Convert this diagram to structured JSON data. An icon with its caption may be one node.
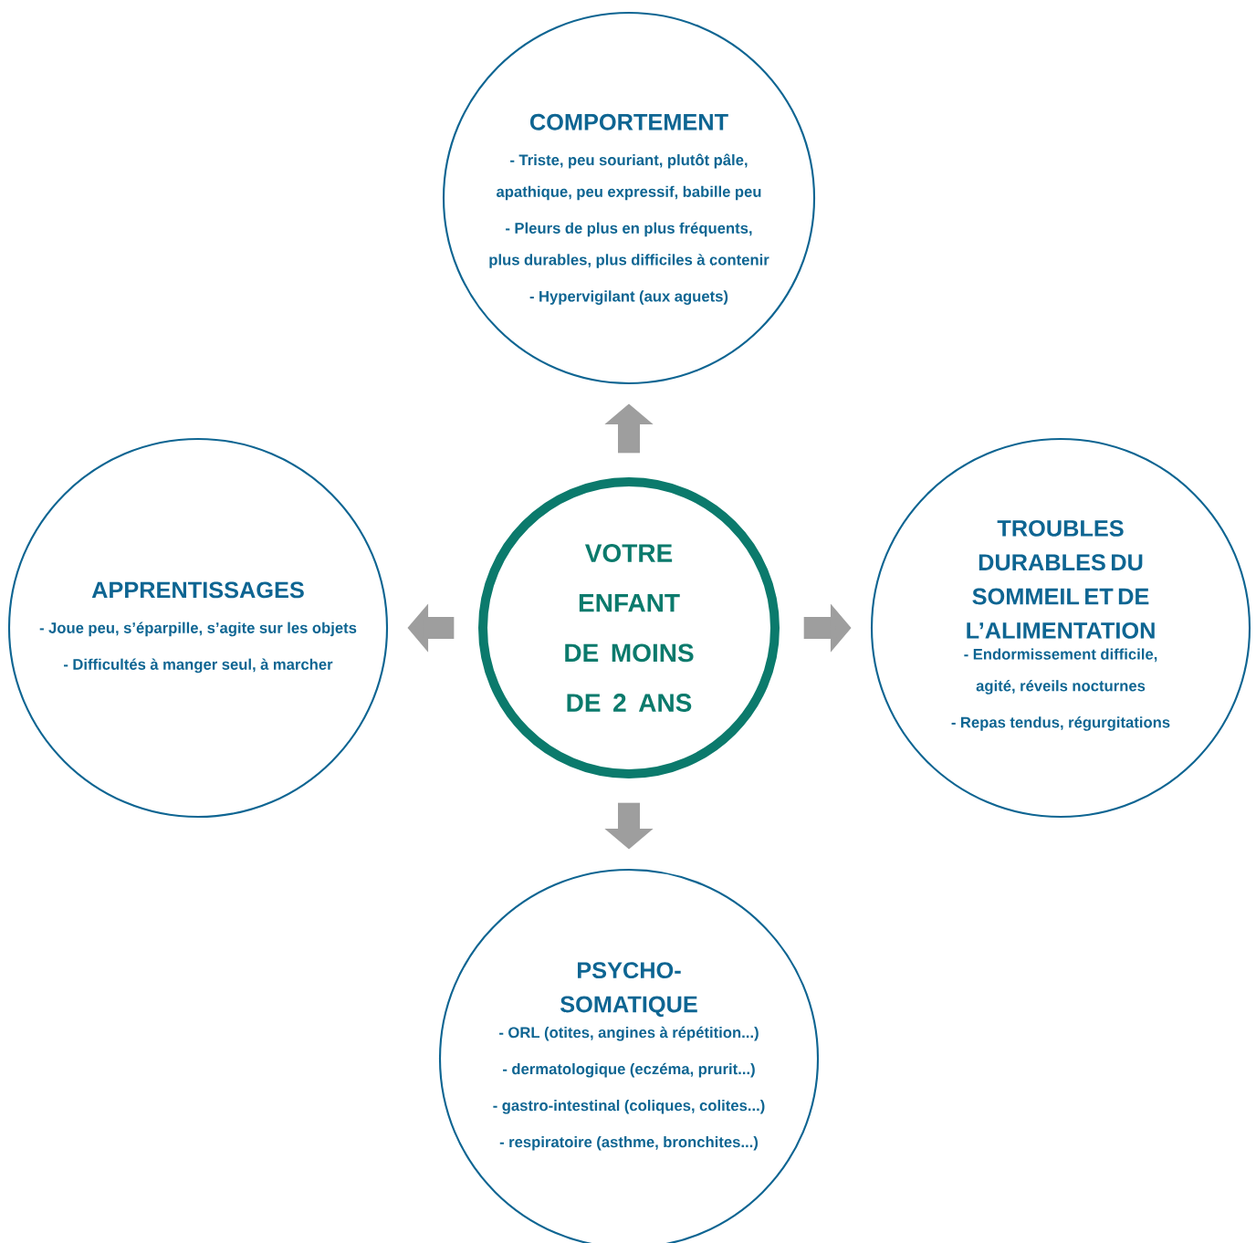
{
  "diagram": {
    "nodes": [
      {
        "text": [
          "COMPORTEMENT",
          "- Triste, peu souriant, plutôt pâle, apathique, peu expressif, babille peu",
          "- Pleurs de plus en plus fréquents, plus durables, plus difficiles à contenir",
          "- Hypervigilant (aux aguets)"
        ]
      },
      {
        "text": [
          "APPRENTISSAGES",
          "- Joue peu, s’éparpille, s’agite sur les objets",
          "- Difficultés à manger seul, à marcher"
        ]
      },
      {
        "text": [
          "VOTRE ENFANT DE MOINS DE 2 ANS"
        ]
      },
      {
        "text": [
          "TROUBLES DURABLES DU SOMMEIL ET DE L’ALIMENTATION",
          "- Endormissement difficile, agité, réveils nocturnes",
          "- Repas tendus, régurgitations"
        ]
      },
      {
        "text": [
          "PSYCHO- SOMATIQUE",
          "- ORL (otites, angines à répétition...)",
          "- dermatologique (eczéma, prurit...)",
          "- gastro-intestinal (coliques, colites...)",
          "- respiratoire (asthme, bronchites...)"
        ]
      }
    ],
    "edges": [
      {
        "from": 2,
        "to": 0,
        "arrow": "to"
      },
      {
        "from": 2,
        "to": 1,
        "arrow": "to"
      },
      {
        "from": 2,
        "to": 3,
        "arrow": "to"
      },
      {
        "from": 2,
        "to": 4,
        "arrow": "to"
      }
    ]
  }
}
